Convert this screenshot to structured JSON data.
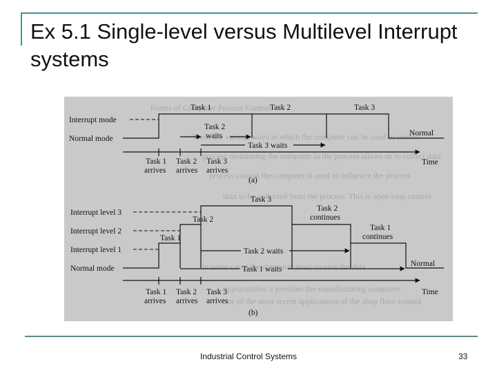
{
  "slide": {
    "title": "Ex 5.1 Single-level versus Multilevel Interrupt systems",
    "footer": "Industrial Control Systems",
    "page_number": "33"
  },
  "figure": {
    "a": {
      "caption": "(a)",
      "levels": [
        "Interrupt mode",
        "Normal mode"
      ],
      "tasks": [
        "Task 1",
        "Task 2",
        "Task 3"
      ],
      "task2_waits": [
        "Task 2",
        "waits"
      ],
      "task3_waits": "Task 3 waits",
      "normal": "Normal",
      "time": "Time",
      "arrivals": [
        [
          "Task 1",
          "arrives"
        ],
        [
          "Task 2",
          "arrives"
        ],
        [
          "Task 3",
          "arrives"
        ]
      ]
    },
    "b": {
      "caption": "(b)",
      "levels": [
        "Interrupt level 3",
        "Interrupt level 2",
        "Interrupt level 1",
        "Normal mode"
      ],
      "task3": "Task 3",
      "task2": "Task 2",
      "task1": "Task 1",
      "task2_continues": [
        "Task 2",
        "continues"
      ],
      "task1_continues": [
        "Task 1",
        "continues"
      ],
      "task2_waits": "Task 2 waits",
      "task1_waits": "Task 1 waits",
      "normal": "Normal",
      "time": "Time",
      "arrivals": [
        [
          "Task 1",
          "arrives"
        ],
        [
          "Task 2",
          "arrives"
        ],
        [
          "Task 3",
          "arrives"
        ]
      ]
    }
  }
}
